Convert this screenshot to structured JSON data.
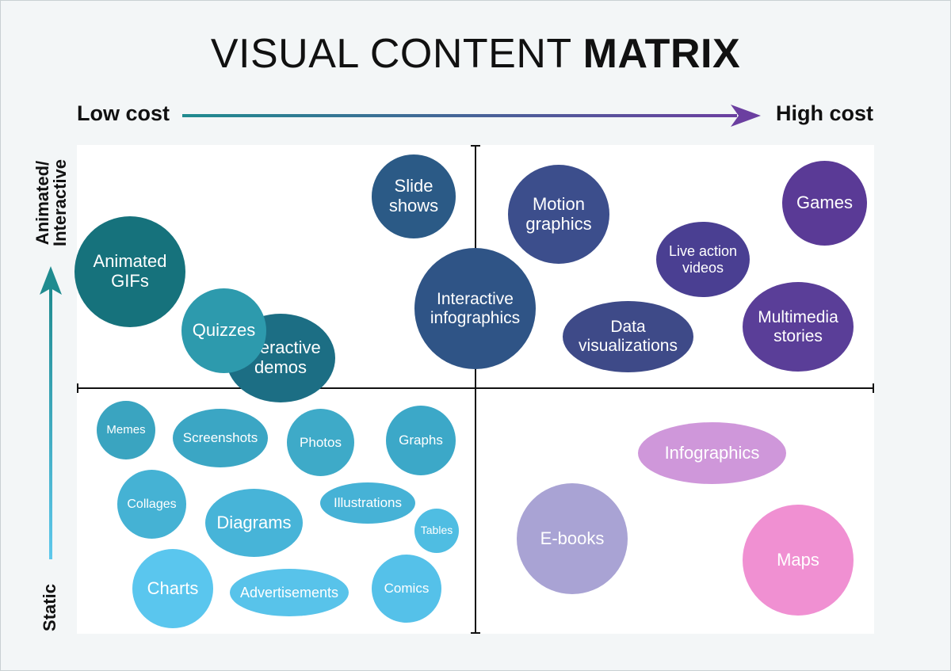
{
  "title": {
    "regular": "VISUAL CONTENT ",
    "bold": "MATRIX"
  },
  "axes": {
    "low_cost": "Low cost",
    "high_cost": "High cost",
    "animated_interactive_line1": "Animated/",
    "animated_interactive_line2": "Interactive",
    "static": "Static"
  },
  "colors": {
    "arrow_start": "#1f8b8f",
    "arrow_end": "#6b3fa0",
    "static_arrow_top": "#1f8b8f",
    "static_arrow_bottom": "#5ec8ec",
    "divider": "#111111",
    "plot_background": "#ffffff",
    "page_background": "#f3f6f7"
  },
  "bubbles": [
    {
      "label": "Animated GIFs",
      "quadrant": "low-cost-animated",
      "color": "#16727c"
    },
    {
      "label": "Interactive demos",
      "quadrant": "low-cost-animated",
      "color": "#1c6e84"
    },
    {
      "label": "Slide shows",
      "quadrant": "low-cost-animated",
      "color": "#2b5a86"
    },
    {
      "label": "Quizzes",
      "quadrant": "low-cost-animated",
      "color": "#2d9aad"
    },
    {
      "label": "Interactive infographics",
      "quadrant": "center-animated",
      "color": "#2f5486"
    },
    {
      "label": "Motion graphics",
      "quadrant": "high-cost-animated",
      "color": "#3c4e8c"
    },
    {
      "label": "Games",
      "quadrant": "high-cost-animated",
      "color": "#5a3a96"
    },
    {
      "label": "Live action videos",
      "quadrant": "high-cost-animated",
      "color": "#4a3f92"
    },
    {
      "label": "Data visualizations",
      "quadrant": "high-cost-animated",
      "color": "#3e4a88"
    },
    {
      "label": "Multimedia stories",
      "quadrant": "high-cost-animated",
      "color": "#5a3e98"
    },
    {
      "label": "Memes",
      "quadrant": "low-cost-static",
      "color": "#3aa4c0"
    },
    {
      "label": "Screenshots",
      "quadrant": "low-cost-static",
      "color": "#3ba6c4"
    },
    {
      "label": "Photos",
      "quadrant": "low-cost-static",
      "color": "#3eaac8"
    },
    {
      "label": "Graphs",
      "quadrant": "low-cost-static",
      "color": "#3ca8c8"
    },
    {
      "label": "Collages",
      "quadrant": "low-cost-static",
      "color": "#45b2d4"
    },
    {
      "label": "Diagrams",
      "quadrant": "low-cost-static",
      "color": "#47b4d8"
    },
    {
      "label": "Illustrations",
      "quadrant": "low-cost-static",
      "color": "#46b2d6"
    },
    {
      "label": "Tables",
      "quadrant": "low-cost-static",
      "color": "#4fbde2"
    },
    {
      "label": "Charts",
      "quadrant": "low-cost-static",
      "color": "#5ac6ee"
    },
    {
      "label": "Advertisements",
      "quadrant": "low-cost-static",
      "color": "#58c3ea"
    },
    {
      "label": "Comics",
      "quadrant": "low-cost-static",
      "color": "#55c1e9"
    },
    {
      "label": "Infographics",
      "quadrant": "high-cost-static",
      "color": "#cf97da"
    },
    {
      "label": "E-books",
      "quadrant": "high-cost-static",
      "color": "#a9a3d4"
    },
    {
      "label": "Maps",
      "quadrant": "high-cost-static",
      "color": "#f090d2"
    }
  ]
}
